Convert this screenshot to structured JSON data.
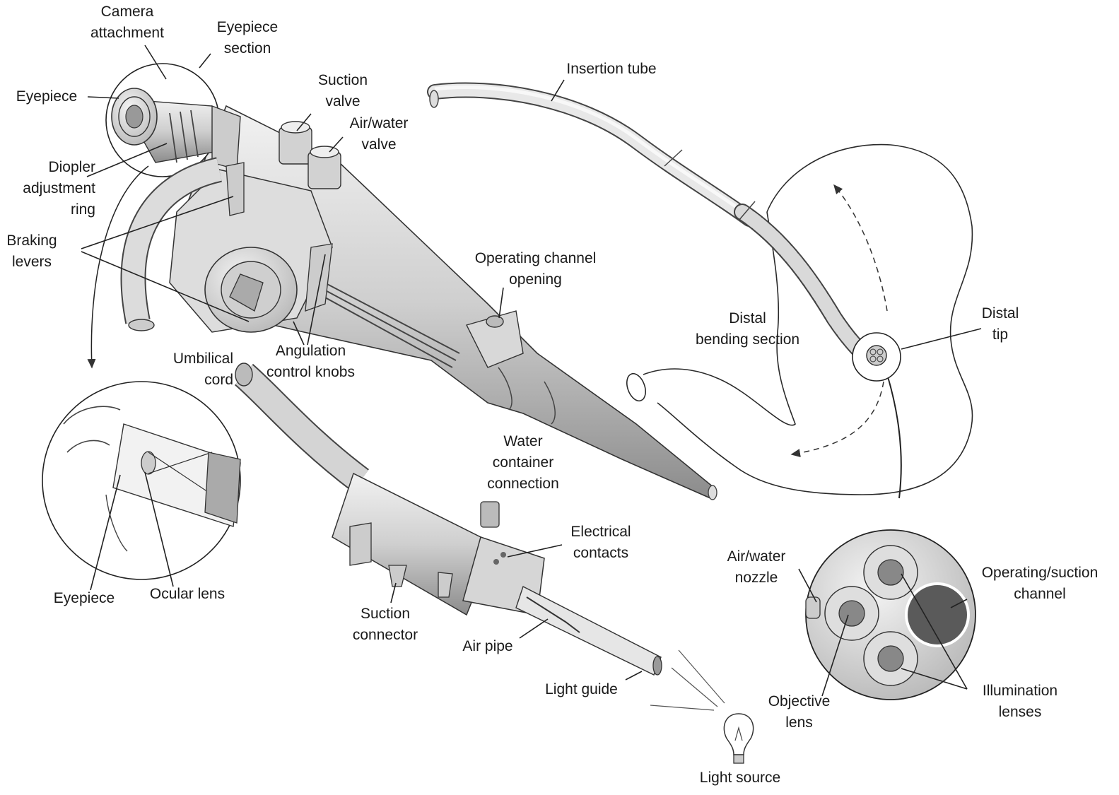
{
  "labels": {
    "camera_attachment": "Camera\nattachment",
    "eyepiece_section": "Eyepiece\nsection",
    "eyepiece_top": "Eyepiece",
    "suction_valve": "Suction\nvalve",
    "air_water_valve": "Air/water\nvalve",
    "insertion_tube": "Insertion tube",
    "diopter_ring": "Diopler\nadjustment\nring",
    "braking_levers": "Braking\nlevers",
    "operating_channel_opening": "Operating channel\nopening",
    "distal_bending_section": "Distal\nbending section",
    "distal_tip": "Distal\ntip",
    "umbilical_cord": "Umbilical\ncord",
    "angulation_control_knobs": "Angulation\ncontrol knobs",
    "water_container_connection": "Water\ncontainer\nconnection",
    "electrical_contacts": "Electrical\ncontacts",
    "air_water_nozzle": "Air/water\nnozzle",
    "operating_suction_channel": "Operating/suction\nchannel",
    "eyepiece_bottom": "Eyepiece",
    "ocular_lens": "Ocular lens",
    "suction_connector": "Suction\nconnector",
    "air_pipe": "Air pipe",
    "light_guide": "Light guide",
    "objective_lens": "Objective\nlens",
    "illumination_lenses": "Illumination\nlenses",
    "light_source": "Light source"
  },
  "colors": {
    "ink": "#1a1a1a",
    "pencil": "#555555",
    "shade_light": "#e4e4e4",
    "shade_mid": "#c4c4c4",
    "shade_dark": "#7a7a7a"
  }
}
